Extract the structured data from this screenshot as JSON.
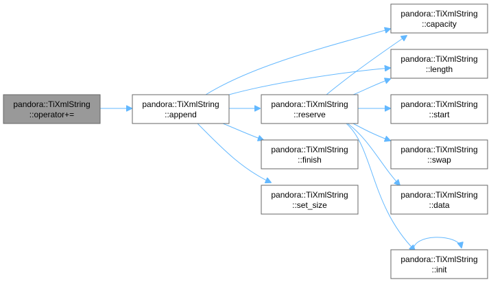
{
  "graph": {
    "nodes": {
      "operator_plus_eq": {
        "line1": "pandora::TiXmlString",
        "line2": "::operator+="
      },
      "append": {
        "line1": "pandora::TiXmlString",
        "line2": "::append"
      },
      "reserve": {
        "line1": "pandora::TiXmlString",
        "line2": "::reserve"
      },
      "finish": {
        "line1": "pandora::TiXmlString",
        "line2": "::finish"
      },
      "set_size": {
        "line1": "pandora::TiXmlString",
        "line2": "::set_size"
      },
      "capacity": {
        "line1": "pandora::TiXmlString",
        "line2": "::capacity"
      },
      "length": {
        "line1": "pandora::TiXmlString",
        "line2": "::length"
      },
      "start": {
        "line1": "pandora::TiXmlString",
        "line2": "::start"
      },
      "swap": {
        "line1": "pandora::TiXmlString",
        "line2": "::swap"
      },
      "data": {
        "line1": "pandora::TiXmlString",
        "line2": "::data"
      },
      "init": {
        "line1": "pandora::TiXmlString",
        "line2": "::init"
      }
    },
    "edges": [
      [
        "operator_plus_eq",
        "append"
      ],
      [
        "append",
        "capacity"
      ],
      [
        "append",
        "length"
      ],
      [
        "append",
        "reserve"
      ],
      [
        "append",
        "finish"
      ],
      [
        "append",
        "set_size"
      ],
      [
        "reserve",
        "capacity"
      ],
      [
        "reserve",
        "length"
      ],
      [
        "reserve",
        "start"
      ],
      [
        "reserve",
        "swap"
      ],
      [
        "reserve",
        "data"
      ],
      [
        "reserve",
        "init"
      ],
      [
        "init",
        "init"
      ]
    ],
    "colors": {
      "edge": "#63b8ff",
      "root_fill": "#999999",
      "node_fill": "#ffffff",
      "border": "#666666"
    }
  }
}
